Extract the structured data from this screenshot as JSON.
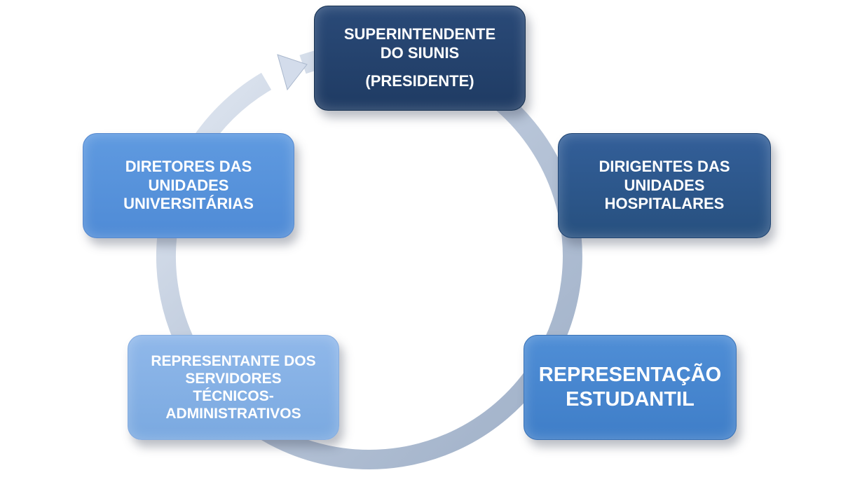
{
  "colors": {
    "ring": "#b9c6d9",
    "node_dark": "#1f3b63",
    "node_mid_dark": "#27507f",
    "node_mid": "#3f7ec8",
    "node_light": "#7aa9e0",
    "node_medium_light": "#4f8bd6",
    "text": "#ffffff"
  },
  "nodes": {
    "superintendente": {
      "line1": "SUPERINTENDENTE",
      "line2": "DO SIUNIS",
      "line3": "(PRESIDENTE)"
    },
    "dirigentes": {
      "line1": "DIRIGENTES DAS",
      "line2": "UNIDADES",
      "line3": "HOSPITALARES"
    },
    "estudantil": {
      "line1": "REPRESENTAÇÃO",
      "line2": "ESTUDANTIL"
    },
    "servidores": {
      "line1": "REPRESENTANTE DOS",
      "line2": "SERVIDORES",
      "line3": "TÉCNICOS-",
      "line4": "ADMINISTRATIVOS"
    },
    "diretores": {
      "line1": "DIRETORES DAS",
      "line2": "UNIDADES",
      "line3": "UNIVERSITÁRIAS"
    }
  }
}
